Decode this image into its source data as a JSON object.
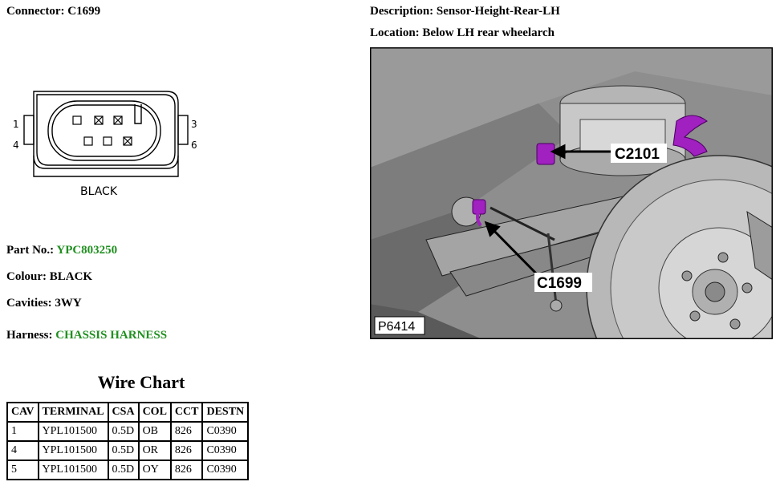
{
  "connector": {
    "label": "Connector:",
    "value": "C1699"
  },
  "description": {
    "label": "Description:",
    "value": "Sensor-Height-Rear-LH"
  },
  "location": {
    "label": "Location:",
    "value": "Below LH rear wheelarch"
  },
  "diagram": {
    "pin_labels": [
      "1",
      "4",
      "3",
      "6"
    ],
    "color_caption": "BLACK"
  },
  "photo": {
    "callouts": [
      "C2101",
      "C1699"
    ],
    "reference": "P6414"
  },
  "part": {
    "label": "Part No.:",
    "value": "YPC803250"
  },
  "colour": {
    "label": "Colour:",
    "value": "BLACK"
  },
  "cavities": {
    "label": "Cavities:",
    "value": "3WY"
  },
  "harness": {
    "label": "Harness:",
    "value": "CHASSIS HARNESS"
  },
  "wire_chart": {
    "title": "Wire Chart",
    "headers": [
      "CAV",
      "TERMINAL",
      "CSA",
      "COL",
      "CCT",
      "DESTN"
    ],
    "rows": [
      [
        "1",
        "YPL101500",
        "0.5D",
        "OB",
        "826",
        "C0390"
      ],
      [
        "4",
        "YPL101500",
        "0.5D",
        "OR",
        "826",
        "C0390"
      ],
      [
        "5",
        "YPL101500",
        "0.5D",
        "OY",
        "826",
        "C0390"
      ]
    ]
  },
  "colors": {
    "link_green": "#1f8f1f",
    "highlight_purple": "#a020c0"
  }
}
